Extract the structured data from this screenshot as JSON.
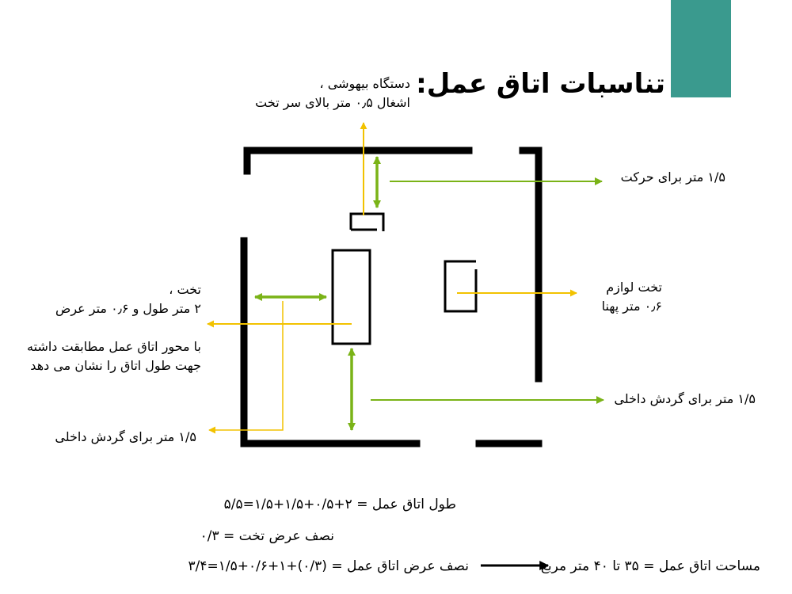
{
  "slide": {
    "title": "تناسبات اتاق عمل:",
    "accent_color": "#3a9a8e"
  },
  "labels": {
    "anesthesia_line1": "دستگاه بیهوشی ،",
    "anesthesia_line2": "اشغال ۰٫۵ متر بالای سر تخت",
    "movement": "۱/۵ متر برای حرکت",
    "bed_line1": "تخت ،",
    "bed_line2": "۲ متر طول و ۰٫۶ متر عرض",
    "bed_line3": "با محور اتاق عمل مطابقت داشته",
    "bed_line4": "جهت طول اتاق را نشان می دهد",
    "equipment_line1": "تخت لوازم",
    "equipment_line2": "۰٫۶ متر پهنا",
    "circulation_right": "۱/۵ متر برای گردش داخلی",
    "circulation_left": "۱/۵ متر برای گردش داخلی"
  },
  "formulas": {
    "length": "طول اتاق عمل = ۲+۰/۵+۱/۵+۱/۵=۵/۵",
    "half_bed": "نصف عرض تخت = ۰/۳",
    "half_width": "نصف عرض اتاق عمل = (۰/۳)+۱+۰/۶+۱/۵=۳/۴",
    "area": "مساحت اتاق عمل = ۳۵ تا ۴۰ متر مربع"
  },
  "colors": {
    "yellow_arrow": "#f2c200",
    "green_arrow": "#7ab317",
    "wall": "#000000"
  }
}
